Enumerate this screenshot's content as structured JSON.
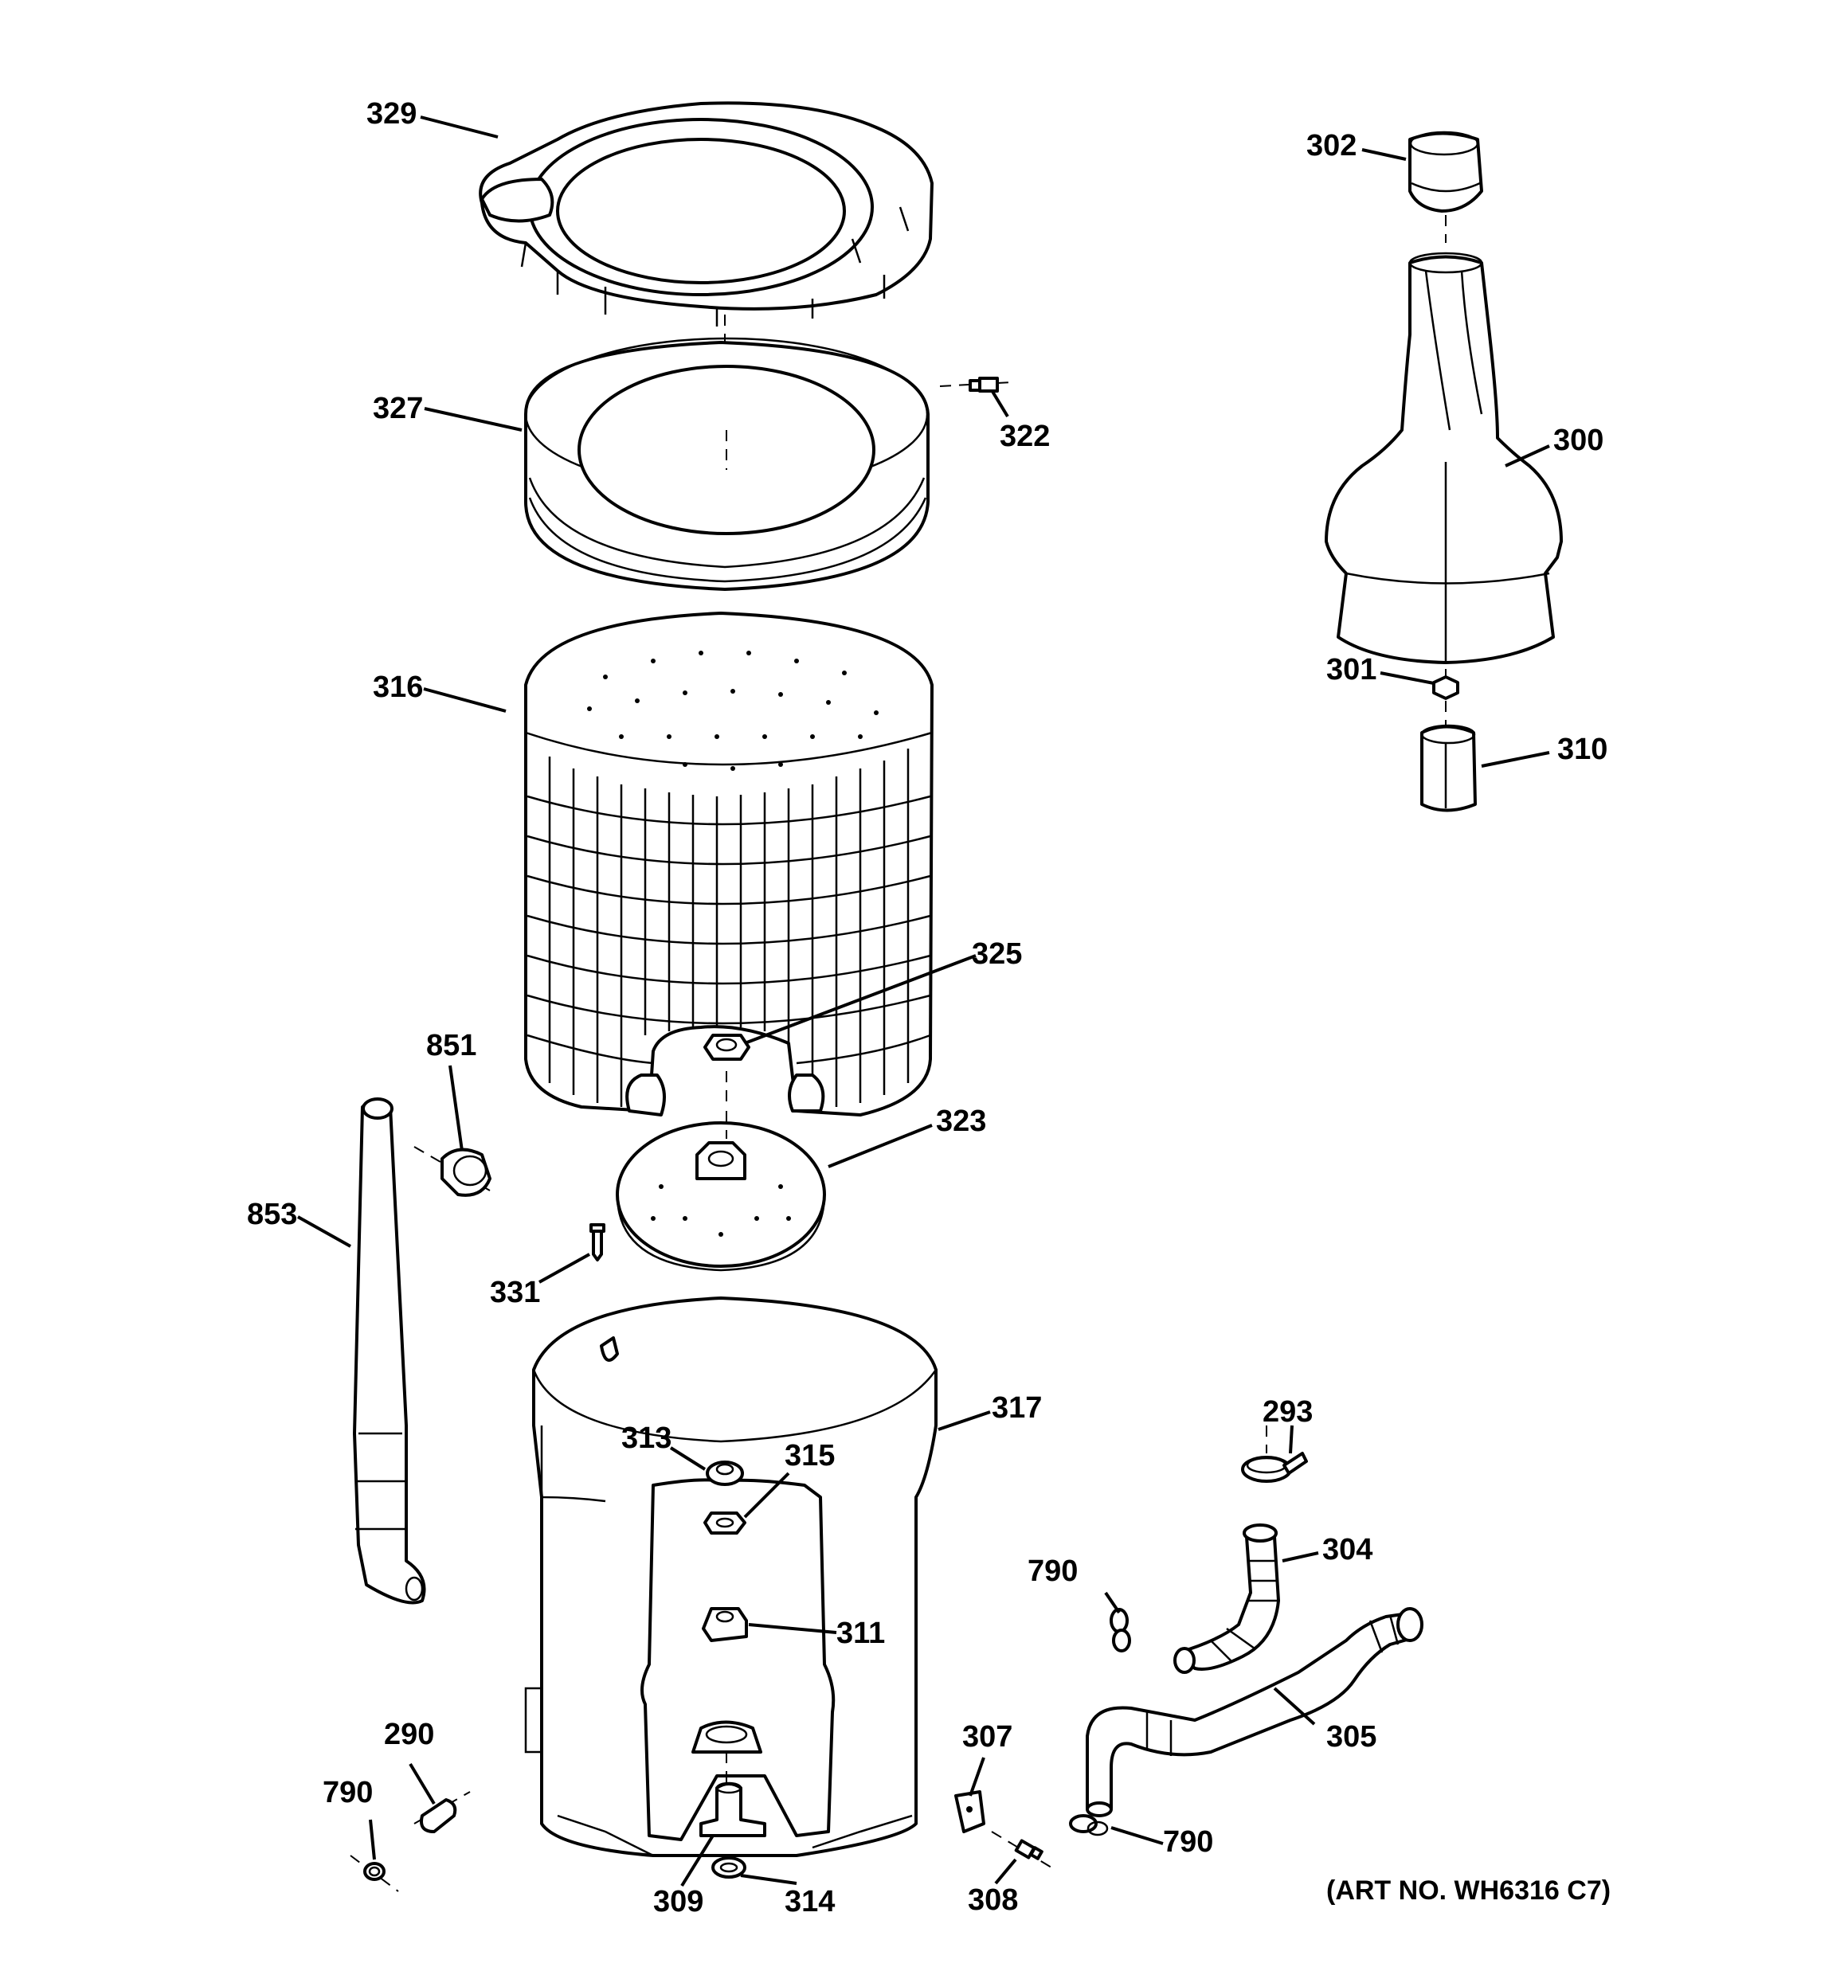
{
  "diagram": {
    "callouts": {
      "p329": "329",
      "p327": "327",
      "p322": "322",
      "p316": "316",
      "p325": "325",
      "p851": "851",
      "p853": "853",
      "p323": "323",
      "p331": "331",
      "p317": "317",
      "p313": "313",
      "p315": "315",
      "p311": "311",
      "p290": "290",
      "p790a": "790",
      "p309": "309",
      "p314": "314",
      "p307": "307",
      "p308": "308",
      "p790b": "790",
      "p305": "305",
      "p790c": "790",
      "p304": "304",
      "p293": "293",
      "p302": "302",
      "p300": "300",
      "p301": "301",
      "p310": "310"
    },
    "art_number": "(ART NO. WH6316 C7)"
  }
}
